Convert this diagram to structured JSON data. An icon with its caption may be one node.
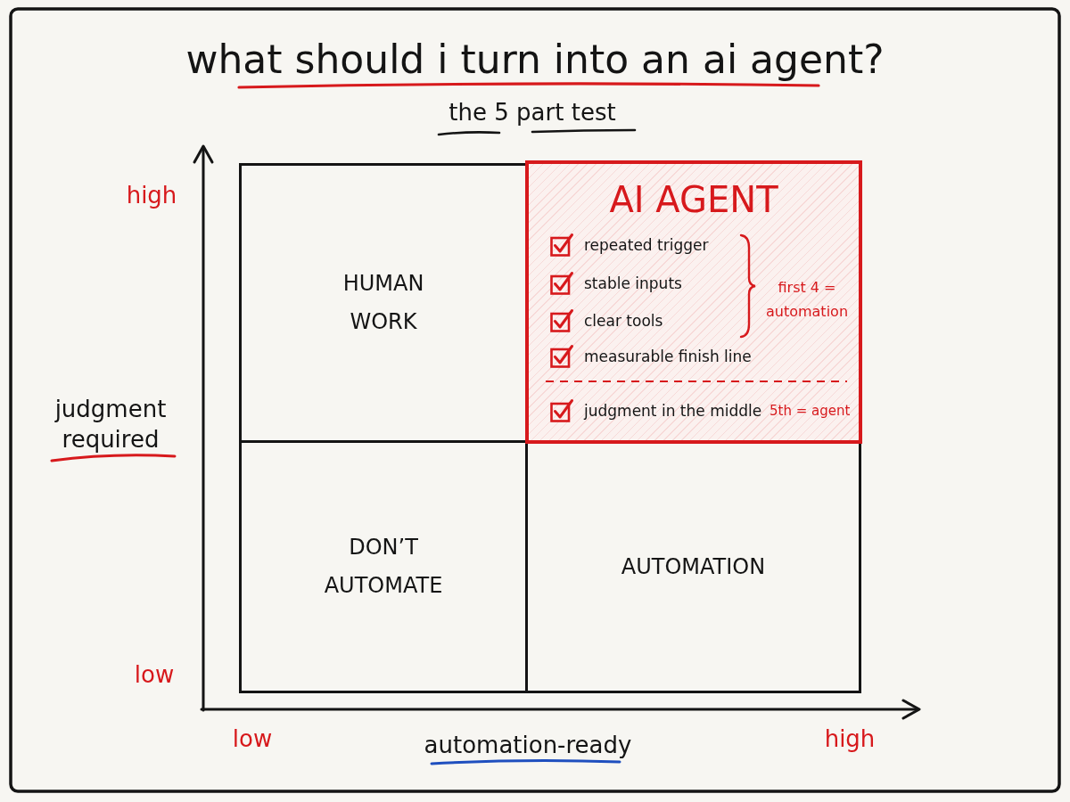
{
  "diagram": {
    "title": "what should i turn into an ai agent?",
    "nodes": [
      {
        "text": [
          "HUMAN WORK"
        ]
      },
      {
        "text": [
          "AI AGENT",
          "repeated trigger",
          "stable inputs",
          "clear tools",
          "measurable finish line",
          "first 4 = automation",
          "judgment in the middle",
          "5th = agent"
        ]
      },
      {
        "text": [
          "DON’T AUTOMATE"
        ]
      },
      {
        "text": [
          "AUTOMATION"
        ]
      }
    ],
    "labels": [
      "the 5 part test",
      "high",
      "judgment required",
      "low",
      "low",
      "automation-ready",
      "high"
    ]
  }
}
